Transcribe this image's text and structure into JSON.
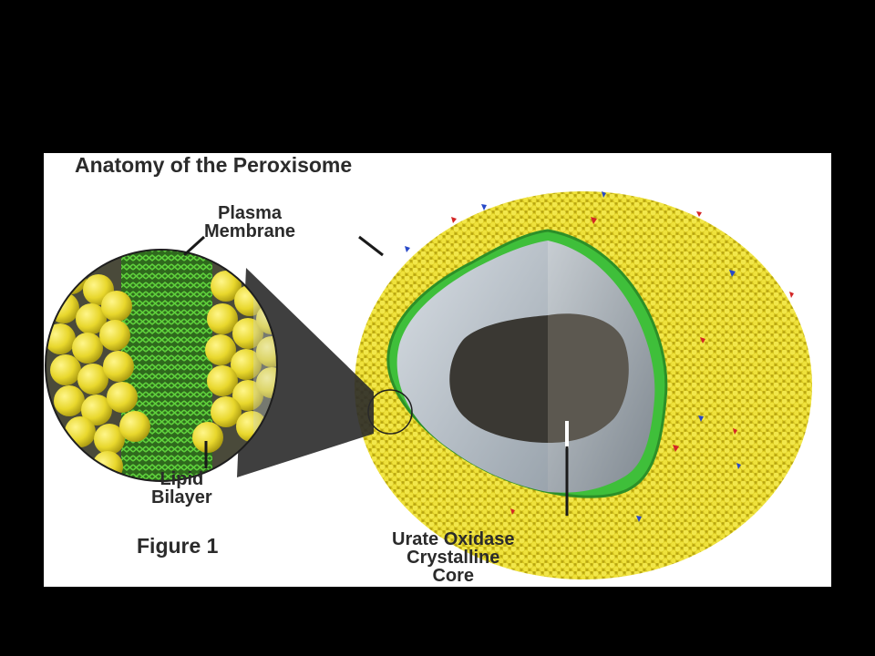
{
  "title": "Anatomy of the Peroxisome",
  "labels": {
    "plasma_membrane": [
      "Plasma",
      "Membrane"
    ],
    "lipid_bilayer": [
      "Lipid",
      "Bilayer"
    ],
    "core": [
      "Urate Oxidase",
      "Crystalline",
      "Core"
    ],
    "figure": "Figure 1"
  },
  "colors": {
    "background": "#000000",
    "panel": "#ffffff",
    "lipid_yellow": "#e6d93a",
    "membrane_green": "#3fbf3a",
    "matrix_gray": "#b9c2cc",
    "core_dark": "#4a4844",
    "text": "#2b2b2b"
  }
}
